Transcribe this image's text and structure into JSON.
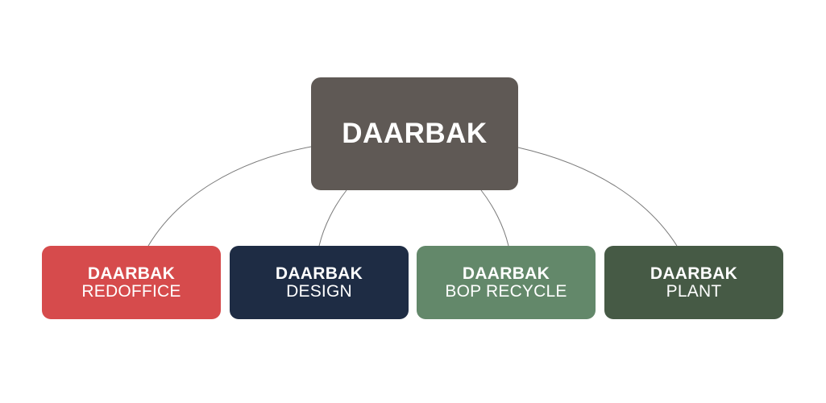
{
  "root": {
    "title": "DAARBAK",
    "color": "#5f5955"
  },
  "children": [
    {
      "title": "DAARBAK",
      "subtitle": "REDOFFICE",
      "color": "#d64b4c"
    },
    {
      "title": "DAARBAK",
      "subtitle": "DESIGN",
      "color": "#1e2c44"
    },
    {
      "title": "DAARBAK",
      "subtitle": "BOP RECYCLE",
      "color": "#63886a"
    },
    {
      "title": "DAARBAK",
      "subtitle": "PLANT",
      "color": "#465a45"
    }
  ],
  "connector_color": "#7a7a7a",
  "text_color": "#ffffff"
}
